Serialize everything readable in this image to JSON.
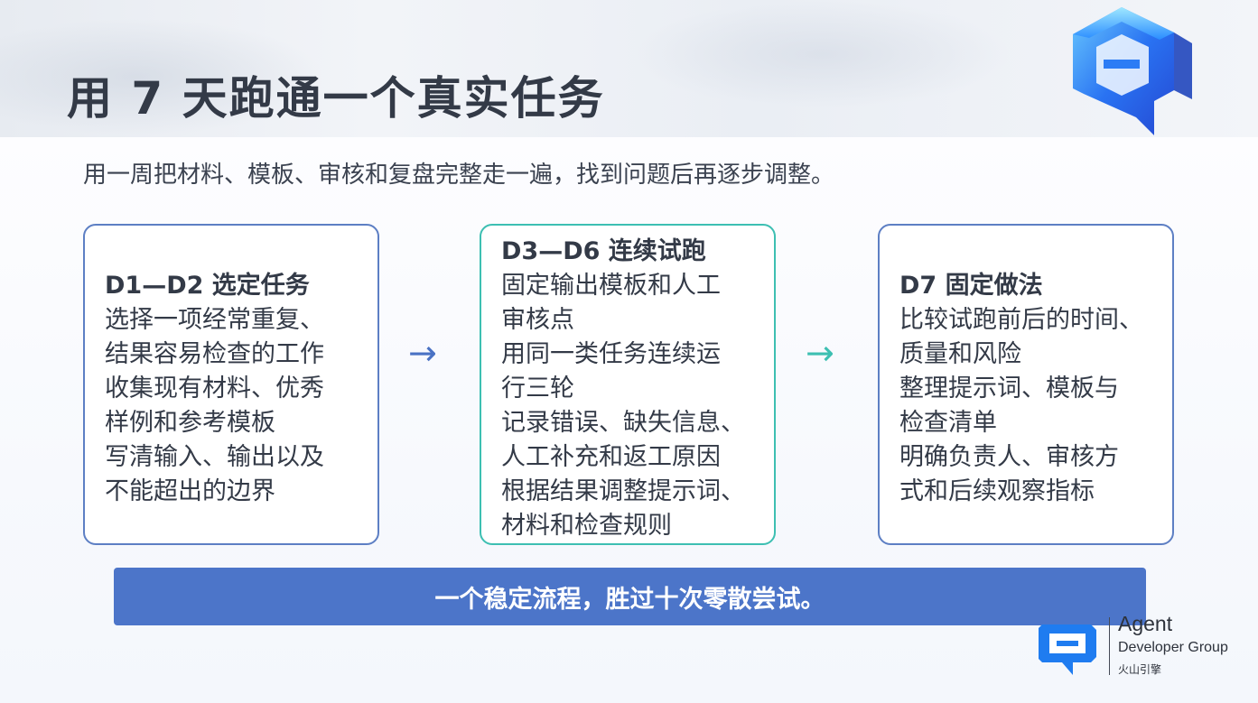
{
  "slide": {
    "title": "用 7 天跑通一个真实任务",
    "subtitle": "用一周把材料、模板、审核和复盘完整走一遍，找到问题后再逐步调整。"
  },
  "cards": [
    {
      "title": "D1—D2 选定任务",
      "lines": [
        "选择一项经常重复、",
        "结果容易检查的工作",
        "收集现有材料、优秀",
        "样例和参考模板",
        "写清输入、输出以及",
        "不能超出的边界"
      ]
    },
    {
      "title": "D3—D6 连续试跑",
      "lines": [
        "固定输出模板和人工",
        "审核点",
        "用同一类任务连续运",
        "行三轮",
        "记录错误、缺失信息、",
        "人工补充和返工原因",
        "根据结果调整提示词、",
        "材料和检查规则"
      ]
    },
    {
      "title": "D7 固定做法",
      "lines": [
        "比较试跑前后的时间、",
        "质量和风险",
        "整理提示词、模板与",
        "检查清单",
        "明确负责人、审核方",
        "式和后续观察指标"
      ]
    }
  ],
  "arrows": [
    "→",
    "→"
  ],
  "banner": {
    "text": "一个稳定流程，胜过十次零散尝试。"
  },
  "brand": {
    "line1": "Agent",
    "line2": "Developer Group",
    "line3": "火山引擎"
  },
  "colors": {
    "accent_blue": "#4c75c9",
    "card_border_blue": "#5d7fc4",
    "card_border_teal": "#3dbfb2",
    "arrow_blue": "#4a72c4",
    "arrow_teal": "#3dbfb2",
    "text_dark": "#333a47"
  },
  "icons": [
    "arrow-right-icon",
    "volcano-engine-logo-3d",
    "agent-developer-group-logo"
  ]
}
